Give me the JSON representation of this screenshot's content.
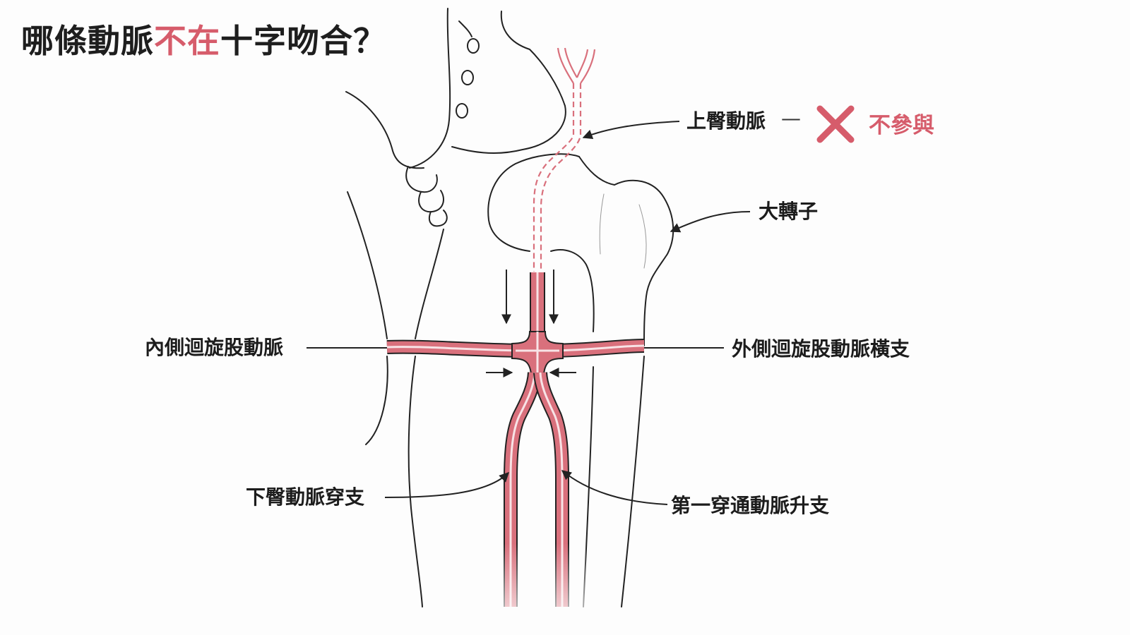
{
  "title": {
    "prefix": "哪條動脈",
    "highlight": "不在",
    "suffix": "十字吻合？"
  },
  "labels": {
    "superior_gluteal": "上臀動脈",
    "dash": "—",
    "not_involved": "不參與",
    "greater_trochanter": "大轉子",
    "medial_circumflex": "內側迴旋股動脈",
    "lateral_circumflex_transverse": "外側迴旋股動脈橫支",
    "inferior_gluteal_branch": "下臀動脈穿支",
    "first_perforating_ascending": "第一穿通動脈升支"
  },
  "colors": {
    "artery": "#d9707c",
    "artery_inner": "#f8e3e6",
    "accent": "#d65c6b",
    "outline": "#222222",
    "text": "#1c1c1c"
  },
  "icons": {
    "not_involved_mark": "cross-icon"
  }
}
